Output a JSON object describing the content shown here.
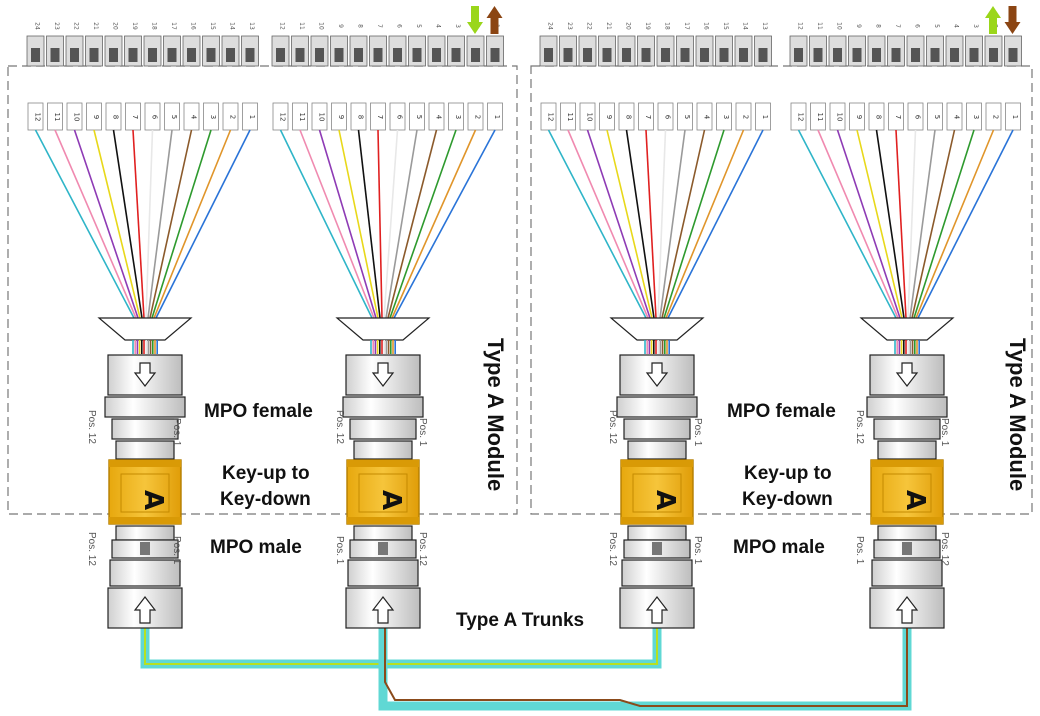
{
  "labels": {
    "mpo_female": "MPO female",
    "key_line1": "Key-up to",
    "key_line2": "Key-down",
    "mpo_male": "MPO male",
    "type_a_module": "Type A Module",
    "type_a_trunks": "Type A Trunks",
    "adapter_letter": "A",
    "pos_1": "Pos. 1",
    "pos_12": "Pos. 12"
  },
  "colors": {
    "fiber_colors_1_to_12": [
      "#2a74d8",
      "#e0952a",
      "#2e9a2e",
      "#8b5a2b",
      "#9a9a9a",
      "#e8e8e8",
      "#e02020",
      "#111111",
      "#e8d81a",
      "#8e3bb5",
      "#f08ab0",
      "#2fb5c8"
    ],
    "adapter_yellow": "#f0b71d",
    "trunk_cyan": "#60d8d4",
    "trunk_green": "#b8e020",
    "trunk_brown": "#8b4a1a",
    "arrow_green": "#9ad61a",
    "arrow_brown": "#8b4513"
  },
  "diagram": {
    "modules": 2,
    "connectors_per_module": 2,
    "fibers_per_connector": 12,
    "cassette_ports": [
      "1",
      "2",
      "3",
      "4",
      "5",
      "6",
      "7",
      "8",
      "9",
      "10",
      "11",
      "12"
    ],
    "panel_numbers_left": [
      "24",
      "23",
      "22",
      "21",
      "20",
      "19",
      "18",
      "17",
      "16",
      "15",
      "14",
      "13"
    ],
    "panel_numbers_right": [
      "12",
      "11",
      "10",
      "9",
      "8",
      "7",
      "6",
      "5",
      "4",
      "3",
      "2",
      "1"
    ]
  }
}
